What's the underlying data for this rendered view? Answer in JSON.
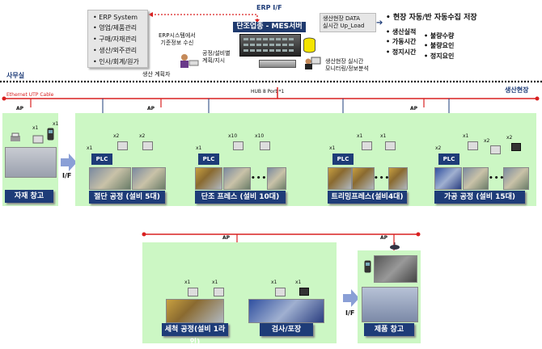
{
  "erp": {
    "title": "ERP System",
    "items": [
      "영업/제품관리",
      "구매/자재관리",
      "생산/외주관리",
      "인사/회계/원가"
    ],
    "receive_text": [
      "ERP시스템에서",
      "기준정보 수신"
    ],
    "if_label": "ERP I/F"
  },
  "mes": {
    "title": "단조업종 - MES서버",
    "upload_text": [
      "생산현장 DATA",
      "실시간 Up_Load"
    ],
    "planner_text": [
      "공정/설비별",
      "계획/지시"
    ],
    "planner_label": "생산 계획자",
    "monitor_text": [
      "생산현장 실시간",
      "모니터링/정보분석"
    ],
    "hub_label": "HUB 8 Port *1"
  },
  "collection": {
    "title": "현장 자동/반 자동수집 저장",
    "items_left": [
      "생산실적",
      "가동시간",
      "정지시간"
    ],
    "items_right": [
      "불량수량",
      "불량요인",
      "정지요인"
    ]
  },
  "zones": {
    "office": "사무실",
    "field": "생산현장",
    "cable": "Ethernet UTP Cable"
  },
  "common": {
    "ap": "AP",
    "plc": "PLC",
    "if": "I/F",
    "x1": "x1",
    "x2": "x2",
    "x10": "x10",
    "dots": "•••"
  },
  "processes": {
    "material": "자재 창고",
    "cutting": "절단 공정 (설비 5대)",
    "forging": "단조 프레스 (설비 10대)",
    "trimming": "트리밍프레스(설비4대)",
    "machining": "가공 공정 (설비 15대)",
    "washing": "세척 공정(설비 1라인)",
    "inspection": "검사/포장",
    "product": "제품 창고"
  },
  "colors": {
    "network_line": "#d92020",
    "label_bg": "#1e3c78",
    "zone_bg": "#ccf7c4",
    "if_arrow": "#8a9fd6"
  }
}
